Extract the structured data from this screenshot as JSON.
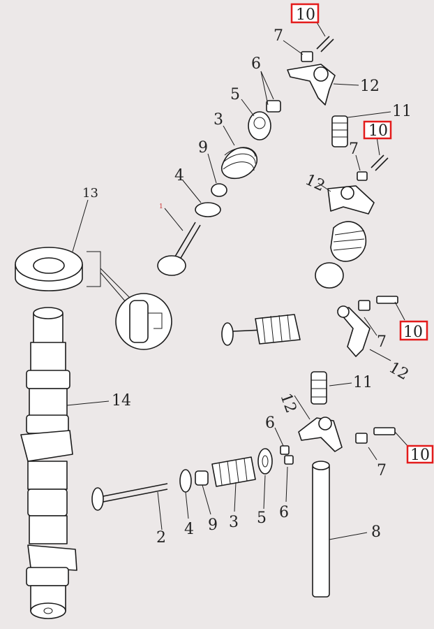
{
  "labels": {
    "n1": "1",
    "n2": "2",
    "n3a": "3",
    "n3b": "3",
    "n4a": "4",
    "n4b": "4",
    "n5a": "5",
    "n5b": "5",
    "n6a": "6",
    "n6b": "6",
    "n6c": "6",
    "n7a": "7",
    "n7b": "7",
    "n7c": "7",
    "n7d": "7",
    "n8": "8",
    "n9a": "9",
    "n9b": "9",
    "n10a": "10",
    "n10b": "10",
    "n10c": "10",
    "n10d": "10",
    "n11a": "11",
    "n11b": "11",
    "n12a": "12",
    "n12b": "12",
    "n12c": "12",
    "n12d": "12",
    "n13": "13",
    "n14": "14"
  },
  "colors": {
    "background": "#ece8e8",
    "highlight_box": "#e31b1b",
    "line": "#1a1a1a"
  }
}
